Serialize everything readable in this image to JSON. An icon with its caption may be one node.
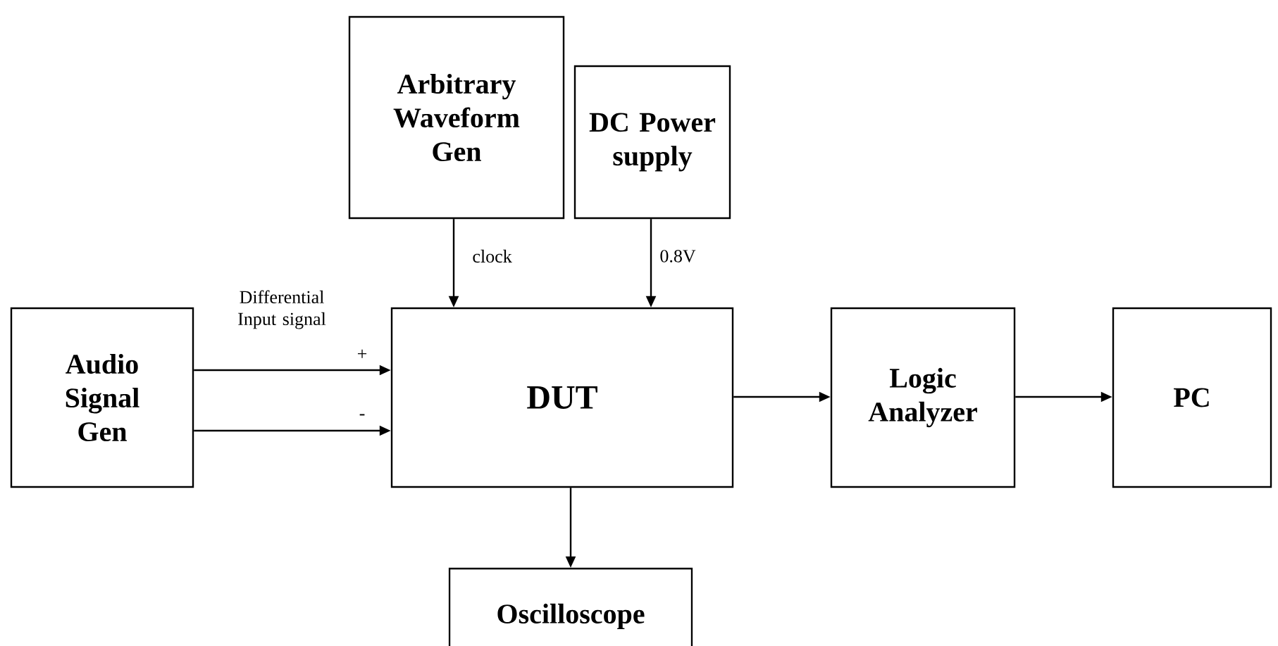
{
  "diagram": {
    "nodes": [
      {
        "text": [
          "Arbitrary Waveform Gen"
        ]
      },
      {
        "text": [
          "DC Power supply"
        ]
      },
      {
        "text": [
          "Audio Signal Gen"
        ]
      },
      {
        "text": [
          "DUT"
        ]
      },
      {
        "text": [
          "Logic Analyzer"
        ]
      },
      {
        "text": [
          "PC"
        ]
      },
      {
        "text": [
          "Oscilloscope"
        ]
      }
    ],
    "edges": [
      {
        "from": 0,
        "to": 3,
        "arrow": "to",
        "label": "clock"
      },
      {
        "from": 1,
        "to": 3,
        "arrow": "to",
        "label": "0.8V"
      },
      {
        "from": 2,
        "to": 3,
        "arrow": "to",
        "label": "+"
      },
      {
        "from": 2,
        "to": 3,
        "arrow": "to",
        "label": "-"
      },
      {
        "from": 3,
        "to": 4,
        "arrow": "to"
      },
      {
        "from": 4,
        "to": 5,
        "arrow": "to"
      },
      {
        "from": 3,
        "to": 6,
        "arrow": "to"
      }
    ],
    "labels": [
      "Differential Input signal"
    ]
  }
}
